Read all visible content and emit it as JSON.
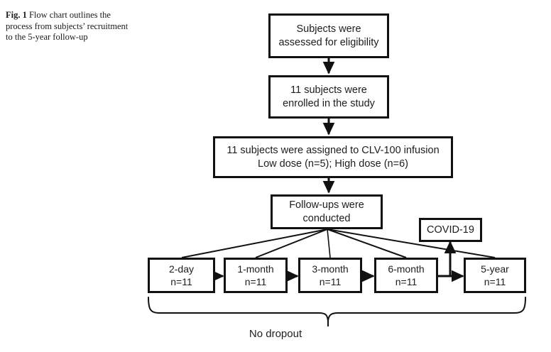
{
  "figure": {
    "caption_label": "Fig. 1",
    "caption_text": "Flow chart outlines the process from subjects’ recruitment to the 5-year follow-up"
  },
  "chart_data": {
    "type": "diagram",
    "title": "Flow chart outlines the process from subjects’ recruitment to the 5-year follow-up",
    "nodes": [
      {
        "id": "eligibility",
        "line1": "Subjects were",
        "line2": "assessed for eligibility"
      },
      {
        "id": "enrolled",
        "line1": "11 subjects were",
        "line2": "enrolled in the study"
      },
      {
        "id": "assigned",
        "line1": "11 subjects were assigned to CLV-100 infusion",
        "line2": "Low dose (n=5); High dose (n=6)"
      },
      {
        "id": "followups",
        "line1": "Follow-ups were",
        "line2": "conducted"
      },
      {
        "id": "covid",
        "line1": "COVID-19",
        "line2": ""
      }
    ],
    "timepoints": [
      {
        "id": "t-2day",
        "label": "2-day",
        "count": "n=11"
      },
      {
        "id": "t-1month",
        "label": "1-month",
        "count": "n=11"
      },
      {
        "id": "t-3month",
        "label": "3-month",
        "count": "n=11"
      },
      {
        "id": "t-6month",
        "label": "6-month",
        "count": "n=11"
      },
      {
        "id": "t-5year",
        "label": "5-year",
        "count": "n=11"
      }
    ],
    "bracket_label": "No dropout",
    "colors": {
      "stroke": "#111111",
      "text": "#1d1d1d",
      "background": "#ffffff"
    }
  }
}
